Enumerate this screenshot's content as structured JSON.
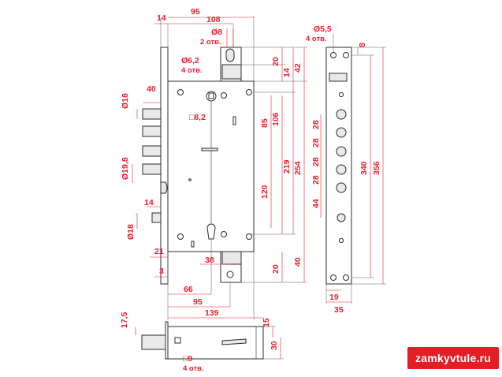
{
  "dimensions": {
    "d14_top": "14",
    "d95_top": "95",
    "d108": "108",
    "d8": "Ø8",
    "holes_2": "2 отв.",
    "d62": "Ø6,2",
    "holes_4a": "4 отв.",
    "d20_top": "20",
    "d14_right": "14",
    "d42": "42",
    "d40_left": "40",
    "d18_a": "Ø18",
    "sq82": "□8,2",
    "d85": "85",
    "d106": "106",
    "d219": "219",
    "d254": "254",
    "d198": "Ø19,8",
    "d120": "120",
    "d14_mid": "14",
    "d18_b": "Ø18",
    "d21": "21",
    "d38": "38",
    "d20_bot": "20",
    "d40_right": "40",
    "d3": "3",
    "d66": "66",
    "d95_bot": "95",
    "d139": "139",
    "d175": "17,5",
    "d15": "15",
    "d30": "30",
    "sq9": "□9",
    "holes_4b": "4 отв.",
    "d55": "Ø5,5",
    "holes_4c": "4 отв.",
    "d8_strip": "8",
    "p28a": "28",
    "p28b": "28",
    "p28c": "28",
    "p28d": "28",
    "p44": "44",
    "d340": "340",
    "d356": "356",
    "d19": "19",
    "d35": "35"
  },
  "watermark": "zamkyvtule.ru"
}
